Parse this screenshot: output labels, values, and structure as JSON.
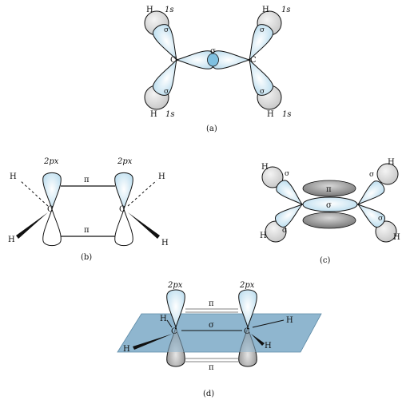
{
  "panel_a": {
    "caption": "(a)",
    "atom_h": "H",
    "atom_c": "C",
    "orbital_1s": "1s",
    "sigma": "σ"
  },
  "panel_b": {
    "caption": "(b)",
    "atom_h": "H",
    "atom_c": "C",
    "orbital_2px": "2px",
    "pi": "π"
  },
  "panel_c": {
    "caption": "(c)",
    "atom_h": "H",
    "sigma": "σ",
    "pi": "π"
  },
  "panel_d": {
    "caption": "(d)",
    "atom_h": "H",
    "atom_c": "C",
    "orbital_2px": "2px",
    "sigma": "σ",
    "pi": "π"
  },
  "colors": {
    "lobe_fill": "#dceef8",
    "h_fill": "#dcdcdc",
    "plane_fill": "#8fb6cf",
    "dark_lobe": "#8c8c8c",
    "stroke": "#111111"
  }
}
